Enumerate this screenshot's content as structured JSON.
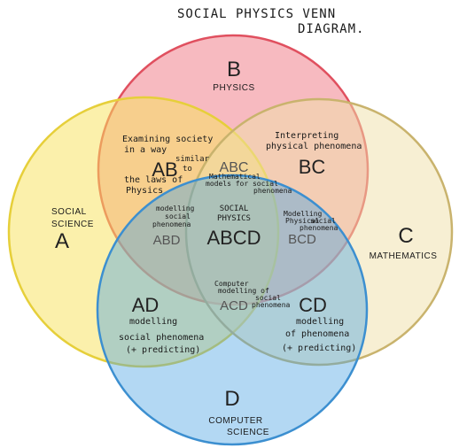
{
  "title": {
    "line1": "SOCIAL PHYSICS VENN",
    "line2": "DIAGRAM."
  },
  "colors": {
    "physics": "#ee6f7b",
    "social_science": "#f7e35e",
    "mathematics": "#efe0a8",
    "computer_science": "#4aa3e3"
  },
  "sets": {
    "B": {
      "letter": "B",
      "name": "PHYSICS"
    },
    "A": {
      "letter": "A",
      "name_line1": "SOCIAL",
      "name_line2": "SCIENCE"
    },
    "C": {
      "letter": "C",
      "name": "MATHEMATICS"
    },
    "D": {
      "letter": "D",
      "name_line1": "COMPUTER",
      "name_line2": "SCIENCE"
    }
  },
  "regions": {
    "AB": {
      "code": "AB",
      "l1": "Examining society",
      "l2": "in a way",
      "l3": "similar",
      "l4": "to",
      "l5": "the laws of",
      "l6": "Physics"
    },
    "BC": {
      "code": "BC",
      "l1": "Interpreting",
      "l2": "physical phenomena"
    },
    "ABC": {
      "code": "ABC",
      "l1": "Mathematical",
      "l2": "models for social",
      "l3": "phenomena"
    },
    "ABD": {
      "code": "ABD",
      "l1": "modelling",
      "l2": "social",
      "l3": "phenomena"
    },
    "ABCD": {
      "code": "ABCD",
      "l1": "SOCIAL",
      "l2": "PHYSICS"
    },
    "BCD": {
      "code": "BCD",
      "l1": "Modelling",
      "l2": "Physical",
      "l3": "social",
      "l4": "phenomena"
    },
    "AD": {
      "code": "AD",
      "l1": "modelling",
      "l2": "social phenomena",
      "l3": "(+ predicting)"
    },
    "ACD": {
      "code": "ACD",
      "l1": "Computer",
      "l2": "modelling of",
      "l3": "social",
      "l4": "phenomena"
    },
    "CD": {
      "code": "CD",
      "l1": "modelling",
      "l2": "of phenomena",
      "l3": "(+ predicting)"
    }
  }
}
